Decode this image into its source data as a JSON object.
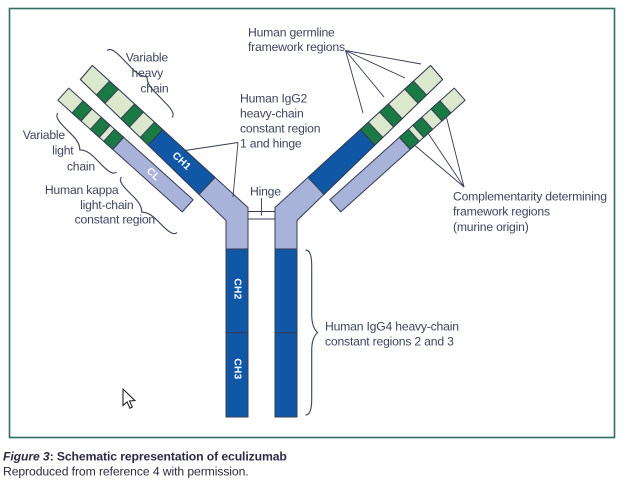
{
  "figure": {
    "caption_label": "Figure 3",
    "caption_title": ": Schematic representation of eculizumab",
    "caption_source": "Reproduced from reference 4 with permission."
  },
  "labels": {
    "germline_1": "Human germline",
    "germline_2": "framework regions",
    "igg2_1": "Human IgG2",
    "igg2_2": "heavy-chain",
    "igg2_3": "constant region",
    "igg2_4": "1 and hinge",
    "hinge": "Hinge",
    "murine_1": "Complementarity determining",
    "murine_2": "framework regions",
    "murine_3": "(murine origin)",
    "igg4_1": "Human IgG4 heavy-chain",
    "igg4_2": "constant regions 2 and 3",
    "var_heavy_1": "Variable",
    "var_heavy_2": "heavy",
    "var_heavy_3": "chain",
    "var_light_1": "Variable",
    "var_light_2": "light",
    "var_light_3": "chain",
    "kappa_1": "Human kappa",
    "kappa_2": "light-chain",
    "kappa_3": "constant region",
    "ch1": "CH1",
    "ch2": "CH2",
    "ch3": "CH3",
    "cl": "CL"
  },
  "colors": {
    "border": "#2f6f63",
    "blue": "#1058a6",
    "lavender": "#a9b2d8",
    "pale_green": "#dbe8cd",
    "dark_green": "#1a7a43",
    "outline": "#353b54",
    "label_text": "#3e4660",
    "caption_text": "#2c2c44"
  }
}
